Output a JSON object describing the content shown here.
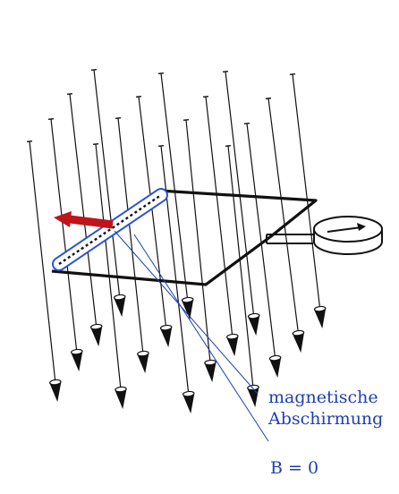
{
  "annotations": {
    "shield_line1": "magnetische",
    "shield_line2": "Abschirmung",
    "field_inside": "B = 0"
  },
  "colors": {
    "annotation": "#1f3fb0",
    "force_arrow": "#c0141a",
    "lines": "#111111"
  },
  "icons": {
    "field_line_arrowhead": "cone-arrowhead-icon",
    "meter": "galvanometer-icon",
    "force": "force-arrow-icon"
  }
}
